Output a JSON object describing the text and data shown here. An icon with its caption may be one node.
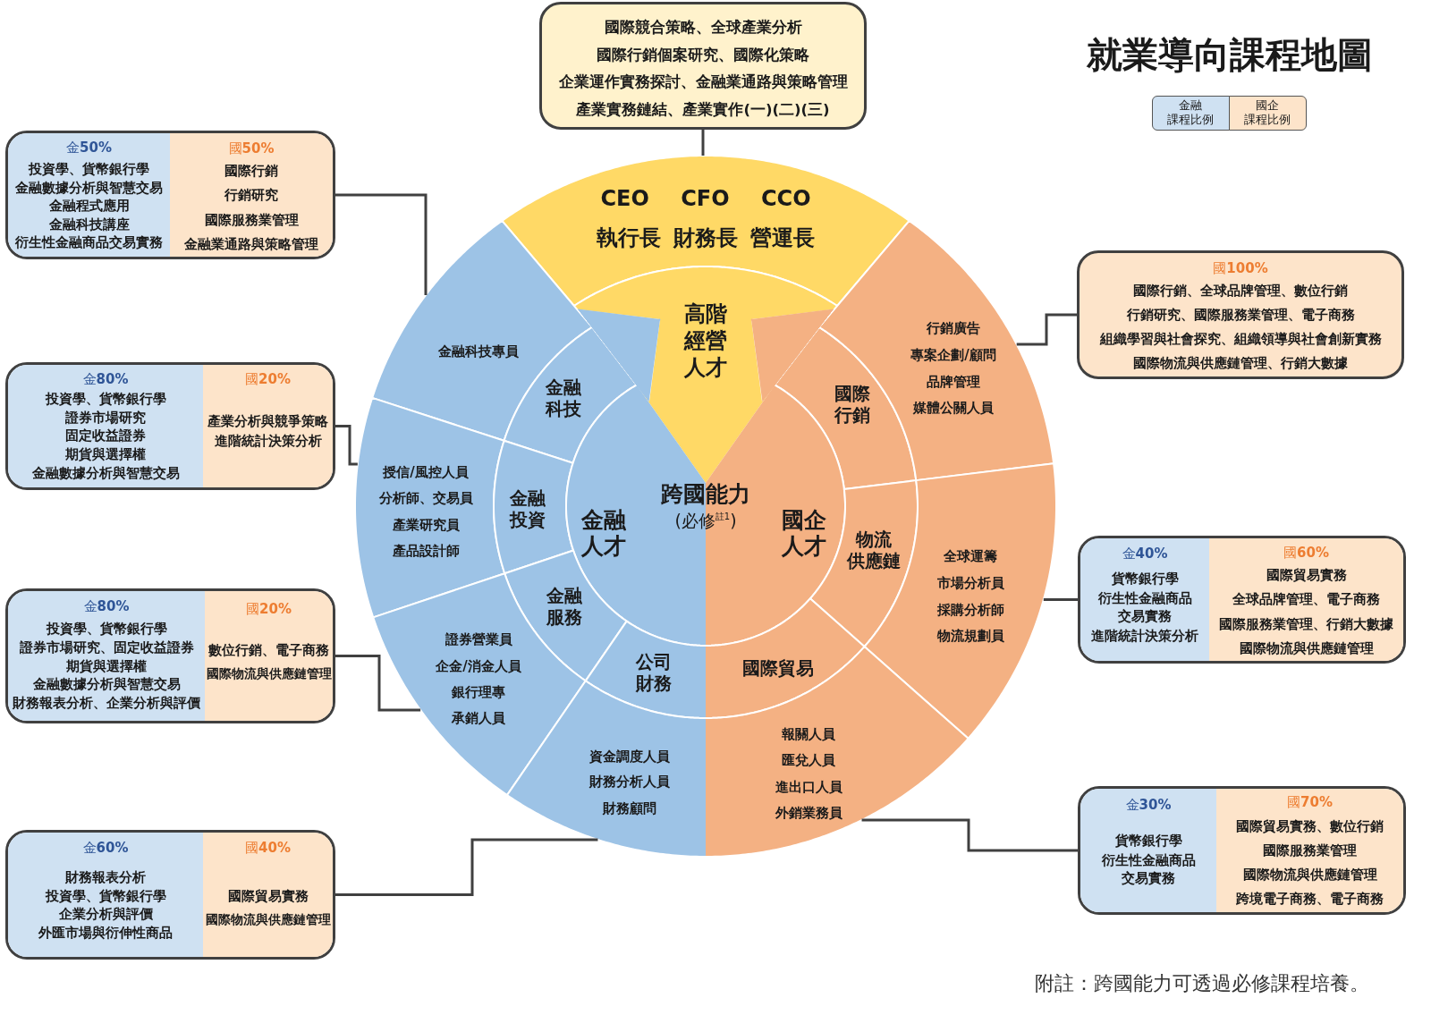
{
  "diagram": {
    "title": "就業導向課程地圖",
    "nodes": [
      {
        "text": [
          "國際競合策略、全球產業分析",
          "國際行銷個案研究、國際化策略",
          "企業運作實務探討、金融業通路與策略管理",
          "產業實務鏈結、產業實作(一)(二)(三)"
        ]
      },
      {
        "text": [],
        "shape": "box"
      },
      {
        "text": [
          "金**50%**",
          "投資學、貨幣銀行學",
          "金融數據分析與智慧交易",
          "金融程式應用",
          "金融科技講座",
          "衍生性金融商品交易實務"
        ],
        "in": 1
      },
      {
        "text": [
          "國**50%**",
          "國際行銷",
          "行銷研究",
          "國際服務業管理",
          "金融業通路與策略管理"
        ],
        "in": 1
      },
      {
        "text": [
          "國**100%**",
          "國際行銷、全球品牌管理、數位行銷",
          "行銷研究、國際服務業管理、電子商務",
          "組織學習與社會探究、組織領導與社會創新實務",
          "國際物流與供應鏈管理、行銷大數據"
        ]
      },
      {
        "text": [],
        "shape": "box"
      },
      {
        "text": [
          "金**80%**",
          "投資學、貨幣銀行學",
          "證券市場研究",
          "固定收益證券",
          "期貨與選擇權",
          "金融數據分析與智慧交易"
        ],
        "in": 5
      },
      {
        "text": [
          "國**20%**",
          "產業分析與競爭策略",
          "進階統計決策分析"
        ],
        "in": 5
      },
      {
        "text": [],
        "shape": "box"
      },
      {
        "text": [
          "金**40%**",
          "貨幣銀行學",
          "衍生性金融商品交易實務",
          "進階統計決策分析"
        ],
        "in": 8
      },
      {
        "text": [
          "國**60%**",
          "國際貿易實務",
          "全球品牌管理、電子商務",
          "國際服務業管理、行銷大數據",
          "國際物流與供應鏈管理"
        ],
        "in": 8
      },
      {
        "text": [],
        "shape": "box"
      },
      {
        "text": [
          "金**80%**",
          "投資學、貨幣銀行學",
          "證券市場研究、固定收益證券",
          "期貨與選擇權",
          "金融數據分析與智慧交易",
          "財務報表分析、企業分析與評價"
        ],
        "in": 11
      },
      {
        "text": [
          "國**20%**",
          "數位行銷、電子商務",
          "國際物流與供應鏈管理"
        ],
        "in": 11
      },
      {
        "text": [],
        "shape": "box"
      },
      {
        "text": [
          "金**30%**",
          "貨幣銀行學",
          "衍生性金融商品交易實務"
        ],
        "in": 14
      },
      {
        "text": [
          "國**70%**",
          "國際貿易實務、數位行銷",
          "國際服務業管理",
          "國際物流與供應鏈管理",
          "跨境電子商務、電子商務"
        ],
        "in": 14
      },
      {
        "text": [],
        "shape": "box"
      },
      {
        "text": [
          "金**60%**",
          "財務報表分析",
          "投資學、貨幣銀行學",
          "企業分析與評價",
          "外匯市場與衍伸性商品"
        ],
        "in": 17
      },
      {
        "text": [
          "國**40%**",
          "國際貿易實務",
          "國際物流與供應鏈管理"
        ],
        "in": 17
      },
      {
        "text": [
          "CEO CFO CCO",
          "執行長 財務長 營運長"
        ]
      },
      {
        "text": [
          "高階經營人才"
        ]
      },
      {
        "text": [
          "金融科技專員"
        ]
      },
      {
        "text": [
          "金融科技"
        ]
      },
      {
        "text": [
          "國際行銷"
        ]
      },
      {
        "text": [
          "行銷廣告",
          "專案企劃/顧問",
          "品牌管理",
          "媒體公關人員"
        ]
      },
      {
        "text": [
          "授信/風控人員",
          "分析師、交易員",
          "產業研究員",
          "產品設計師"
        ]
      },
      {
        "text": [
          "金融投資"
        ]
      },
      {
        "text": [
          "金融人才"
        ]
      },
      {
        "text": [
          "國企人才"
        ]
      },
      {
        "text": [
          "物流供應鏈"
        ]
      },
      {
        "text": [
          "全球運籌",
          "市場分析員",
          "採購分析師",
          "物流規劃員"
        ]
      },
      {
        "text": [
          "金融服務"
        ]
      },
      {
        "text": [
          "證券營業員",
          "企金/消金人員",
          "銀行理專",
          "承銷人員"
        ]
      },
      {
        "text": [
          "公司財務"
        ]
      },
      {
        "text": [
          "國際貿易"
        ]
      },
      {
        "text": [
          "資金調度人員",
          "財務分析人員",
          "財務顧問"
        ]
      },
      {
        "text": [
          "報關人員",
          "匯兌人員",
          "進出口人員",
          "外銷業務員"
        ]
      }
    ],
    "edges": [
      {
        "from": 0,
        "to": 20,
        "arrow": "none"
      },
      {
        "from": 1,
        "to": 22,
        "arrow": "none"
      },
      {
        "from": 4,
        "to": 25,
        "arrow": "none"
      },
      {
        "from": 5,
        "to": 26,
        "arrow": "none"
      },
      {
        "from": 8,
        "to": 31,
        "arrow": "none"
      },
      {
        "from": 11,
        "to": 33,
        "arrow": "none"
      },
      {
        "from": 14,
        "to": 37,
        "arrow": "none"
      },
      {
        "from": 17,
        "to": 36,
        "arrow": "none"
      },
      {
        "from": 23,
        "to": 21,
        "arrow": "to",
        "color": "#9dc3e6"
      },
      {
        "from": 24,
        "to": 21,
        "arrow": "to",
        "color": "#f4b183"
      }
    ],
    "labels": [
      "跨國能力",
      "(必修$^{註1}$)",
      "附註：跨國能力可透過必修課程培養。"
    ],
    "legend": [
      {
        "text": "金融課程比例",
        "color": "#cfe1f2"
      },
      {
        "text": "國企課程比例",
        "color": "#fde4ca"
      }
    ]
  }
}
